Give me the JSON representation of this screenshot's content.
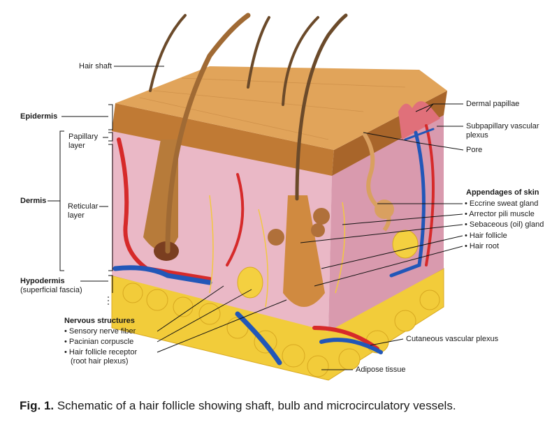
{
  "labels": {
    "hair_shaft": "Hair shaft",
    "epidermis": "Epidermis",
    "papillary": [
      "Papillary",
      "layer"
    ],
    "dermis": "Dermis",
    "reticular": [
      "Reticular",
      "layer"
    ],
    "hypodermis": "Hypodermis",
    "hypodermis_sub": "(superficial fascia)",
    "dermal_papillae": "Dermal papillae",
    "subpapillary": [
      "Subpapillary vascular",
      "plexus"
    ],
    "pore": "Pore",
    "appendages_title": "Appendages of skin",
    "appendages": [
      "• Eccrine sweat gland",
      "• Arrector pili muscle",
      "• Sebaceous (oil) gland",
      "• Hair follicle",
      "• Hair root"
    ],
    "nervous_title": "Nervous structures",
    "nervous": [
      "• Sensory nerve fiber",
      "• Pacinian corpuscle",
      "• Hair follicle receptor",
      "(root hair plexus)"
    ],
    "cutaneous": "Cutaneous vascular plexus",
    "adipose": "Adipose tissue"
  },
  "caption": {
    "prefix": "Fig. 1.",
    "text": " Schematic of a hair follicle showing shaft, bulb and microcirculatory vessels."
  },
  "colors": {
    "epidermis": "#c9893e",
    "dermis": "#eab8c6",
    "fat": "#f2cc3a",
    "artery": "#d62a2a",
    "vein": "#2257b8"
  }
}
